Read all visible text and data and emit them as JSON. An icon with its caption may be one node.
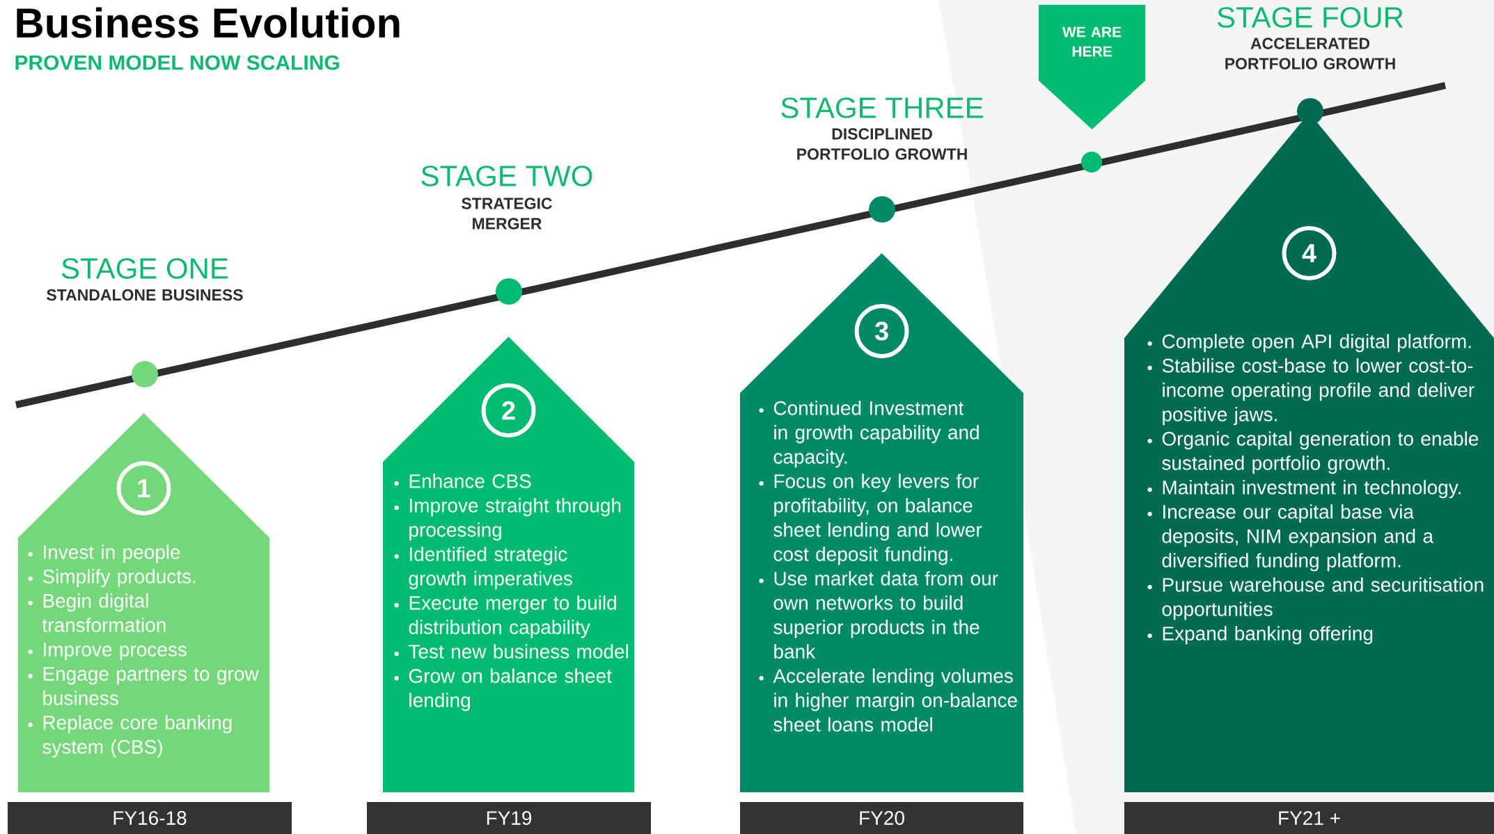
{
  "diagram": {
    "title": "Business Evolution",
    "nodes": [
      {
        "text": [
          "WE ARE HERE"
        ]
      },
      {
        "text": [
          "Invest in people",
          "Simplify products.",
          "Begin digital transformation",
          "Improve process",
          "Engage partners to grow business",
          "Replace core banking system (CBS)"
        ]
      },
      {
        "text": [
          "1"
        ],
        "in": 1
      },
      {
        "text": [
          "Enhance CBS",
          "Improve straight through processing",
          "Identified strategic growth imperatives",
          "Execute merger to build distribution capability",
          "Test new business model",
          "Grow on balance sheet lending"
        ]
      },
      {
        "text": [
          "2"
        ],
        "in": 3
      },
      {
        "text": [
          "Continued Investment in growth capability and capacity.",
          "Focus on key levers for profitability, on balance sheet lending and lower cost deposit funding.",
          "Use market data from our own networks to build superior products in the bank",
          "Accelerate lending volumes in higher margin on-balance sheet loans model"
        ]
      },
      {
        "text": [
          "3"
        ],
        "in": 5
      },
      {
        "text": [
          "Complete open API digital platform.",
          "Stabilise cost-base to lower cost-to-income operating profile and deliver positive jaws.",
          "Organic capital generation to enable sustained portfolio growth.",
          "Maintain investment in technology.",
          "Increase our capital base via deposits, NIM expansion and a diversified funding platform.",
          "Pursue warehouse and securitisation opportunities",
          "Expand banking offering"
        ]
      },
      {
        "text": [
          "4"
        ],
        "in": 7
      },
      {
        "text": [
          "FY16-18"
        ]
      },
      {
        "text": [
          "FY19"
        ]
      },
      {
        "text": [
          "FY20"
        ]
      },
      {
        "text": [
          "FY21 +"
        ]
      }
    ],
    "labels": [
      "PROVEN MODEL NOW SCALING",
      "STAGE ONE",
      "STANDALONE BUSINESS",
      "STAGE TWO",
      "STRATEGIC MERGER",
      "STAGE THREE",
      "DISCIPLINED PORTFOLIO GROWTH",
      "STAGE FOUR",
      "ACCELERATED PORTFOLIO GROWTH"
    ]
  }
}
